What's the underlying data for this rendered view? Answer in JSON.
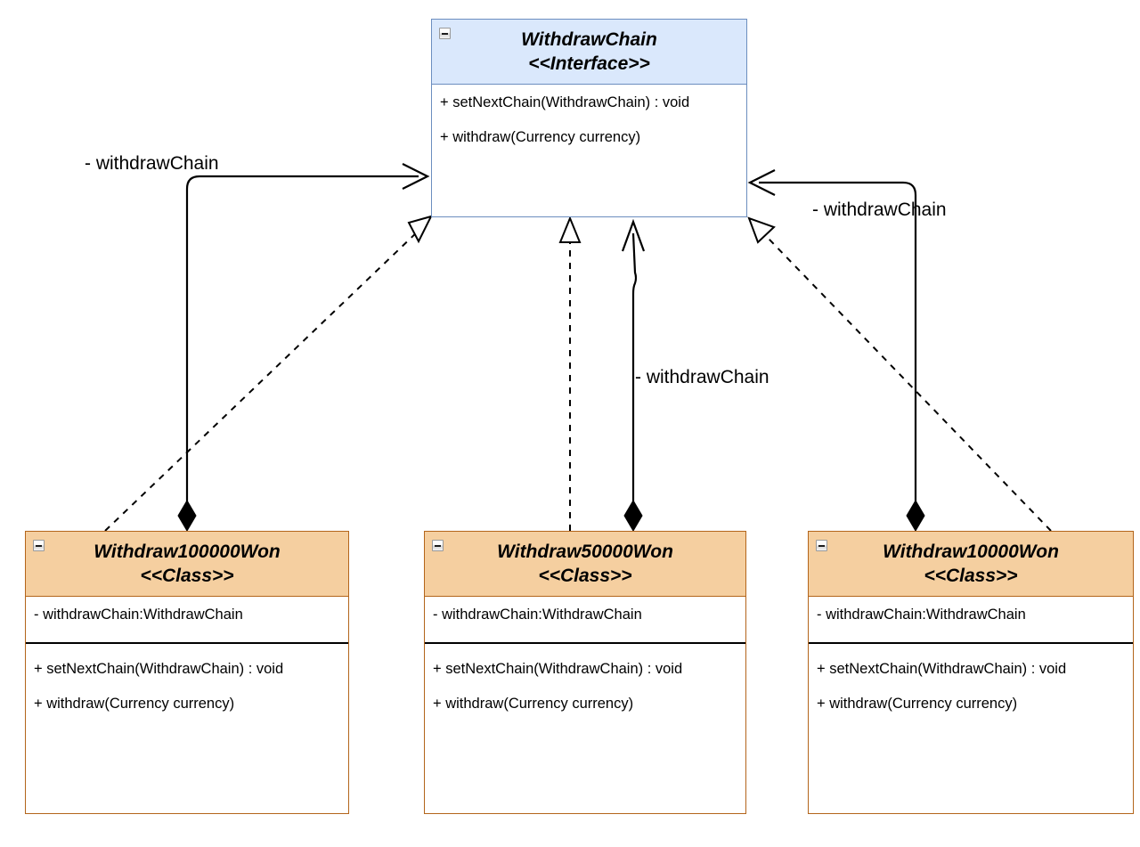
{
  "diagram": {
    "type": "uml-class-diagram",
    "title": "WithdrawChain chain-of-responsibility class diagram",
    "colors": {
      "interface_header": "#dae8fc",
      "interface_border": "#6c8ebf",
      "class_header": "#f5cfa0",
      "class_border": "#b3651b",
      "line": "#000000",
      "background": "#ffffff"
    },
    "collapse_icon_name": "collapse-minus-icon"
  },
  "interface": {
    "name": "WithdrawChain",
    "stereotype": "<<Interface>>",
    "attributes": [],
    "methods": [
      "+ setNextChain(WithdrawChain) : void",
      "+ withdraw(Currency currency)"
    ]
  },
  "classes": [
    {
      "name": "Withdraw100000Won",
      "stereotype": "<<Class>>",
      "attributes": [
        "- withdrawChain:WithdrawChain"
      ],
      "methods": [
        "+ setNextChain(WithdrawChain) : void",
        "+ withdraw(Currency currency)"
      ]
    },
    {
      "name": "Withdraw50000Won",
      "stereotype": "<<Class>>",
      "attributes": [
        "- withdrawChain:WithdrawChain"
      ],
      "methods": [
        "+ setNextChain(WithdrawChain) : void",
        "+ withdraw(Currency currency)"
      ]
    },
    {
      "name": "Withdraw10000Won",
      "stereotype": "<<Class>>",
      "attributes": [
        "- withdrawChain:WithdrawChain"
      ],
      "methods": [
        "+ setNextChain(WithdrawChain) : void",
        "+ withdraw(Currency currency)"
      ]
    }
  ],
  "edges": {
    "labels": [
      {
        "id": "left",
        "text": "- withdrawChain"
      },
      {
        "id": "middle",
        "text": "- withdrawChain"
      },
      {
        "id": "right",
        "text": "- withdrawChain"
      }
    ],
    "relations": [
      {
        "from": "Withdraw100000Won",
        "to": "WithdrawChain",
        "kind": "realization"
      },
      {
        "from": "Withdraw50000Won",
        "to": "WithdrawChain",
        "kind": "realization"
      },
      {
        "from": "Withdraw10000Won",
        "to": "WithdrawChain",
        "kind": "realization"
      },
      {
        "from": "Withdraw100000Won",
        "to": "WithdrawChain",
        "kind": "composition",
        "label": "- withdrawChain"
      },
      {
        "from": "Withdraw50000Won",
        "to": "WithdrawChain",
        "kind": "composition",
        "label": "- withdrawChain"
      },
      {
        "from": "Withdraw10000Won",
        "to": "WithdrawChain",
        "kind": "composition",
        "label": "- withdrawChain"
      }
    ]
  }
}
